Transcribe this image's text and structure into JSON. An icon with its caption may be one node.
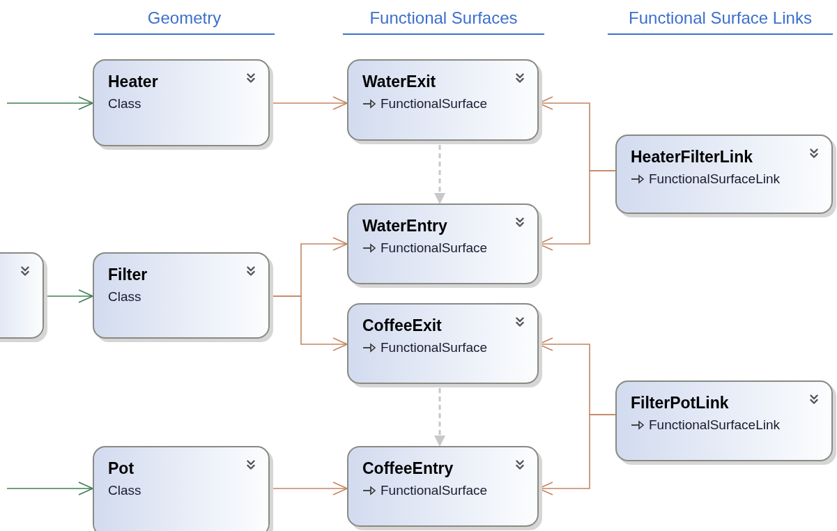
{
  "diagram": {
    "nodes": [
      {
        "text": [
          "Heater",
          "Class"
        ]
      },
      {
        "text": [
          "WaterExit",
          "FunctionalSurface"
        ]
      },
      {
        "text": [
          "HeaterFilterLink",
          "FunctionalSurfaceLink"
        ]
      },
      {
        "text": [
          "WaterEntry",
          "FunctionalSurface"
        ]
      },
      {
        "text": [],
        "shape": "box"
      },
      {
        "text": [
          "Filter",
          "Class"
        ]
      },
      {
        "text": [
          "CoffeeExit",
          "FunctionalSurface"
        ]
      },
      {
        "text": [
          "FilterPotLink",
          "FunctionalSurfaceLink"
        ]
      },
      {
        "text": [
          "CoffeeEntry",
          "FunctionalSurface"
        ]
      },
      {
        "text": [
          "Pot",
          "Class"
        ]
      }
    ],
    "edges": [
      {
        "from": null,
        "to": 0,
        "arrow": "to",
        "color": "#3f7f4f"
      },
      {
        "from": 0,
        "to": 1,
        "arrow": "to"
      },
      {
        "from": 1,
        "to": 3,
        "arrow": "to",
        "style": "dashed",
        "color": "#c8c8c8"
      },
      {
        "from": 2,
        "to": 1,
        "arrow": "to"
      },
      {
        "from": 2,
        "to": 3,
        "arrow": "to"
      },
      {
        "from": 4,
        "to": 5,
        "arrow": "to",
        "color": "#3f7f4f"
      },
      {
        "from": 5,
        "to": 3,
        "arrow": "to"
      },
      {
        "from": 5,
        "to": 6,
        "arrow": "to"
      },
      {
        "from": 6,
        "to": 8,
        "arrow": "to",
        "style": "dashed",
        "color": "#c8c8c8"
      },
      {
        "from": 7,
        "to": 6,
        "arrow": "to"
      },
      {
        "from": 7,
        "to": 8,
        "arrow": "to"
      },
      {
        "from": null,
        "to": 9,
        "arrow": "to",
        "color": "#3f7f4f"
      },
      {
        "from": 9,
        "to": 8,
        "arrow": "to"
      }
    ],
    "labels": [
      "Geometry",
      "Functional Surfaces",
      "Functional Surface Links"
    ]
  }
}
